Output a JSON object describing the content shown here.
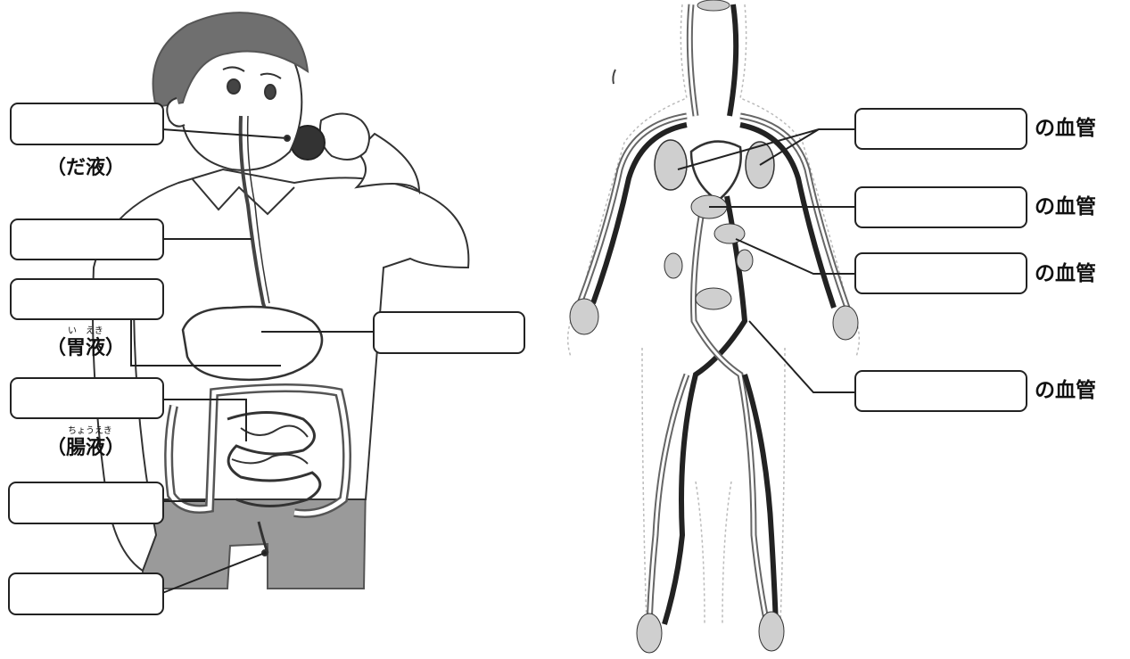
{
  "digestive": {
    "saliva_label": "（だ液）",
    "gastric_label": "（胃液）",
    "gastric_ruby": "い　えき",
    "intestinal_label": "（腸液）",
    "intestinal_ruby": "ちょうえき"
  },
  "circulatory": {
    "vessel_suffix": "の血管"
  },
  "colors": {
    "ink": "#111111",
    "grey_fill": "#9a9a9a",
    "hair": "#6f6f6f"
  }
}
